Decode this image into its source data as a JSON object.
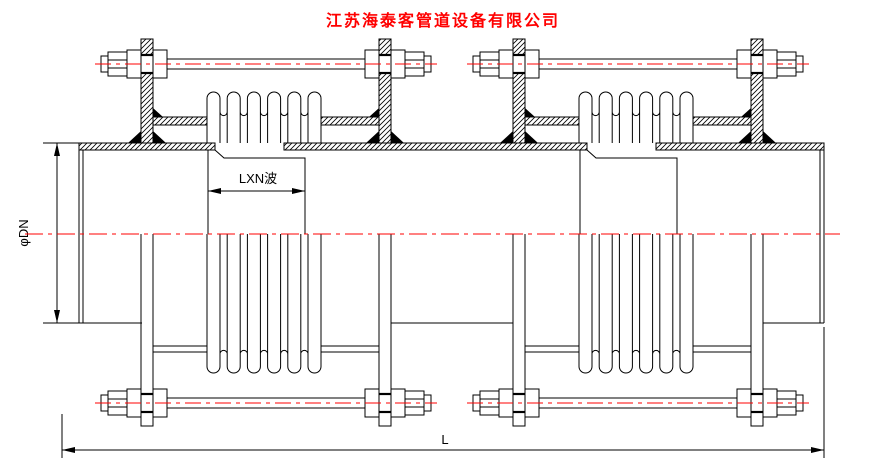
{
  "title": {
    "company": "江苏海泰客管道设备有限公司"
  },
  "dimensions": {
    "bellows_length_label": "LXN波",
    "diameter_label": "φDN",
    "total_length_label": "L"
  },
  "drawing": {
    "bellows_units": 2,
    "waves_per_bellows": 6,
    "tie_rods_per_unit": 2
  },
  "colors": {
    "accent_red": "#ff0000",
    "line_black": "#000000",
    "background": "#ffffff"
  }
}
